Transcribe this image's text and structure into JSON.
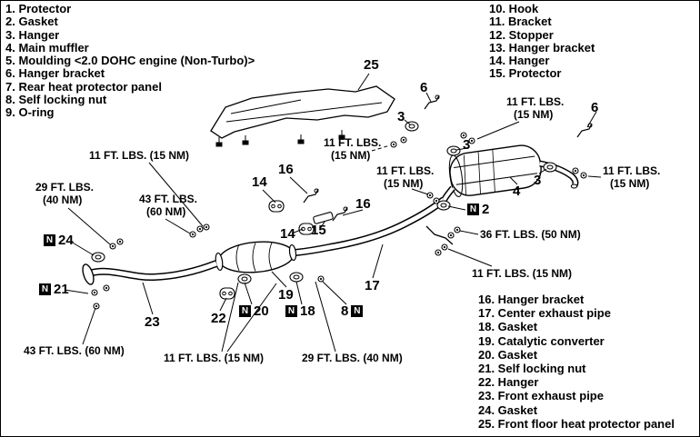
{
  "legend": {
    "top_left": [
      "1. Protector",
      "2. Gasket",
      "3. Hanger",
      "4. Main muffler",
      "5. Moulding <2.0 DOHC engine (Non-Turbo)>",
      "6. Hanger bracket",
      "7. Rear heat protector panel",
      "8. Self locking nut",
      "9. O-ring"
    ],
    "top_right": [
      "10. Hook",
      "11. Bracket",
      "12. Stopper",
      "13. Hanger bracket",
      "14. Hanger",
      "15. Protector"
    ],
    "bottom_right": [
      "16. Hanger bracket",
      "17. Center exhaust pipe",
      "18. Gasket",
      "19. Catalytic converter",
      "20. Gasket",
      "21. Self locking nut",
      "22. Hanger",
      "23. Front exhaust pipe",
      "24. Gasket",
      "25. Front floor heat protector panel"
    ]
  },
  "torques": {
    "t1": [
      "11 FT. LBS. (15 NM)"
    ],
    "t2": [
      "29 FT. LBS.",
      "(40 NM)"
    ],
    "t3": [
      "43 FT. LBS.",
      "(60 NM)"
    ],
    "t4": [
      "11 FT. LBS.",
      "(15 NM)"
    ],
    "t5": [
      "11 FT. LBS.",
      "(15 NM)"
    ],
    "t6": [
      "11 FT. LBS.",
      "(15 NM)"
    ],
    "t7": [
      "11 FT. LBS.",
      "(15 NM)"
    ],
    "t8": [
      "36 FT. LBS. (50 NM)"
    ],
    "t9": [
      "11 FT. LBS. (15 NM)"
    ],
    "t10": [
      "43 FT. LBS. (60 NM)"
    ],
    "t11": [
      "11 FT. LBS. (15 NM)"
    ],
    "t12": [
      "29 FT. LBS. (40 NM)"
    ]
  },
  "callout_numbers": {
    "p25": "25",
    "p6a": "6",
    "p3a": "3",
    "p3b": "3",
    "p6b": "6",
    "p4": "4",
    "p3c": "3",
    "p2": "2",
    "p14a": "14",
    "p16a": "16",
    "p16b": "16",
    "p15": "15",
    "p14b": "14",
    "p17": "17",
    "p19": "19",
    "p18": "18",
    "p8": "8",
    "p22": "22",
    "p20": "20",
    "p23": "23",
    "p21": "21",
    "p24": "24"
  },
  "nbox": "N",
  "colors": {
    "ink": "#000000",
    "paper": "#ffffff"
  }
}
